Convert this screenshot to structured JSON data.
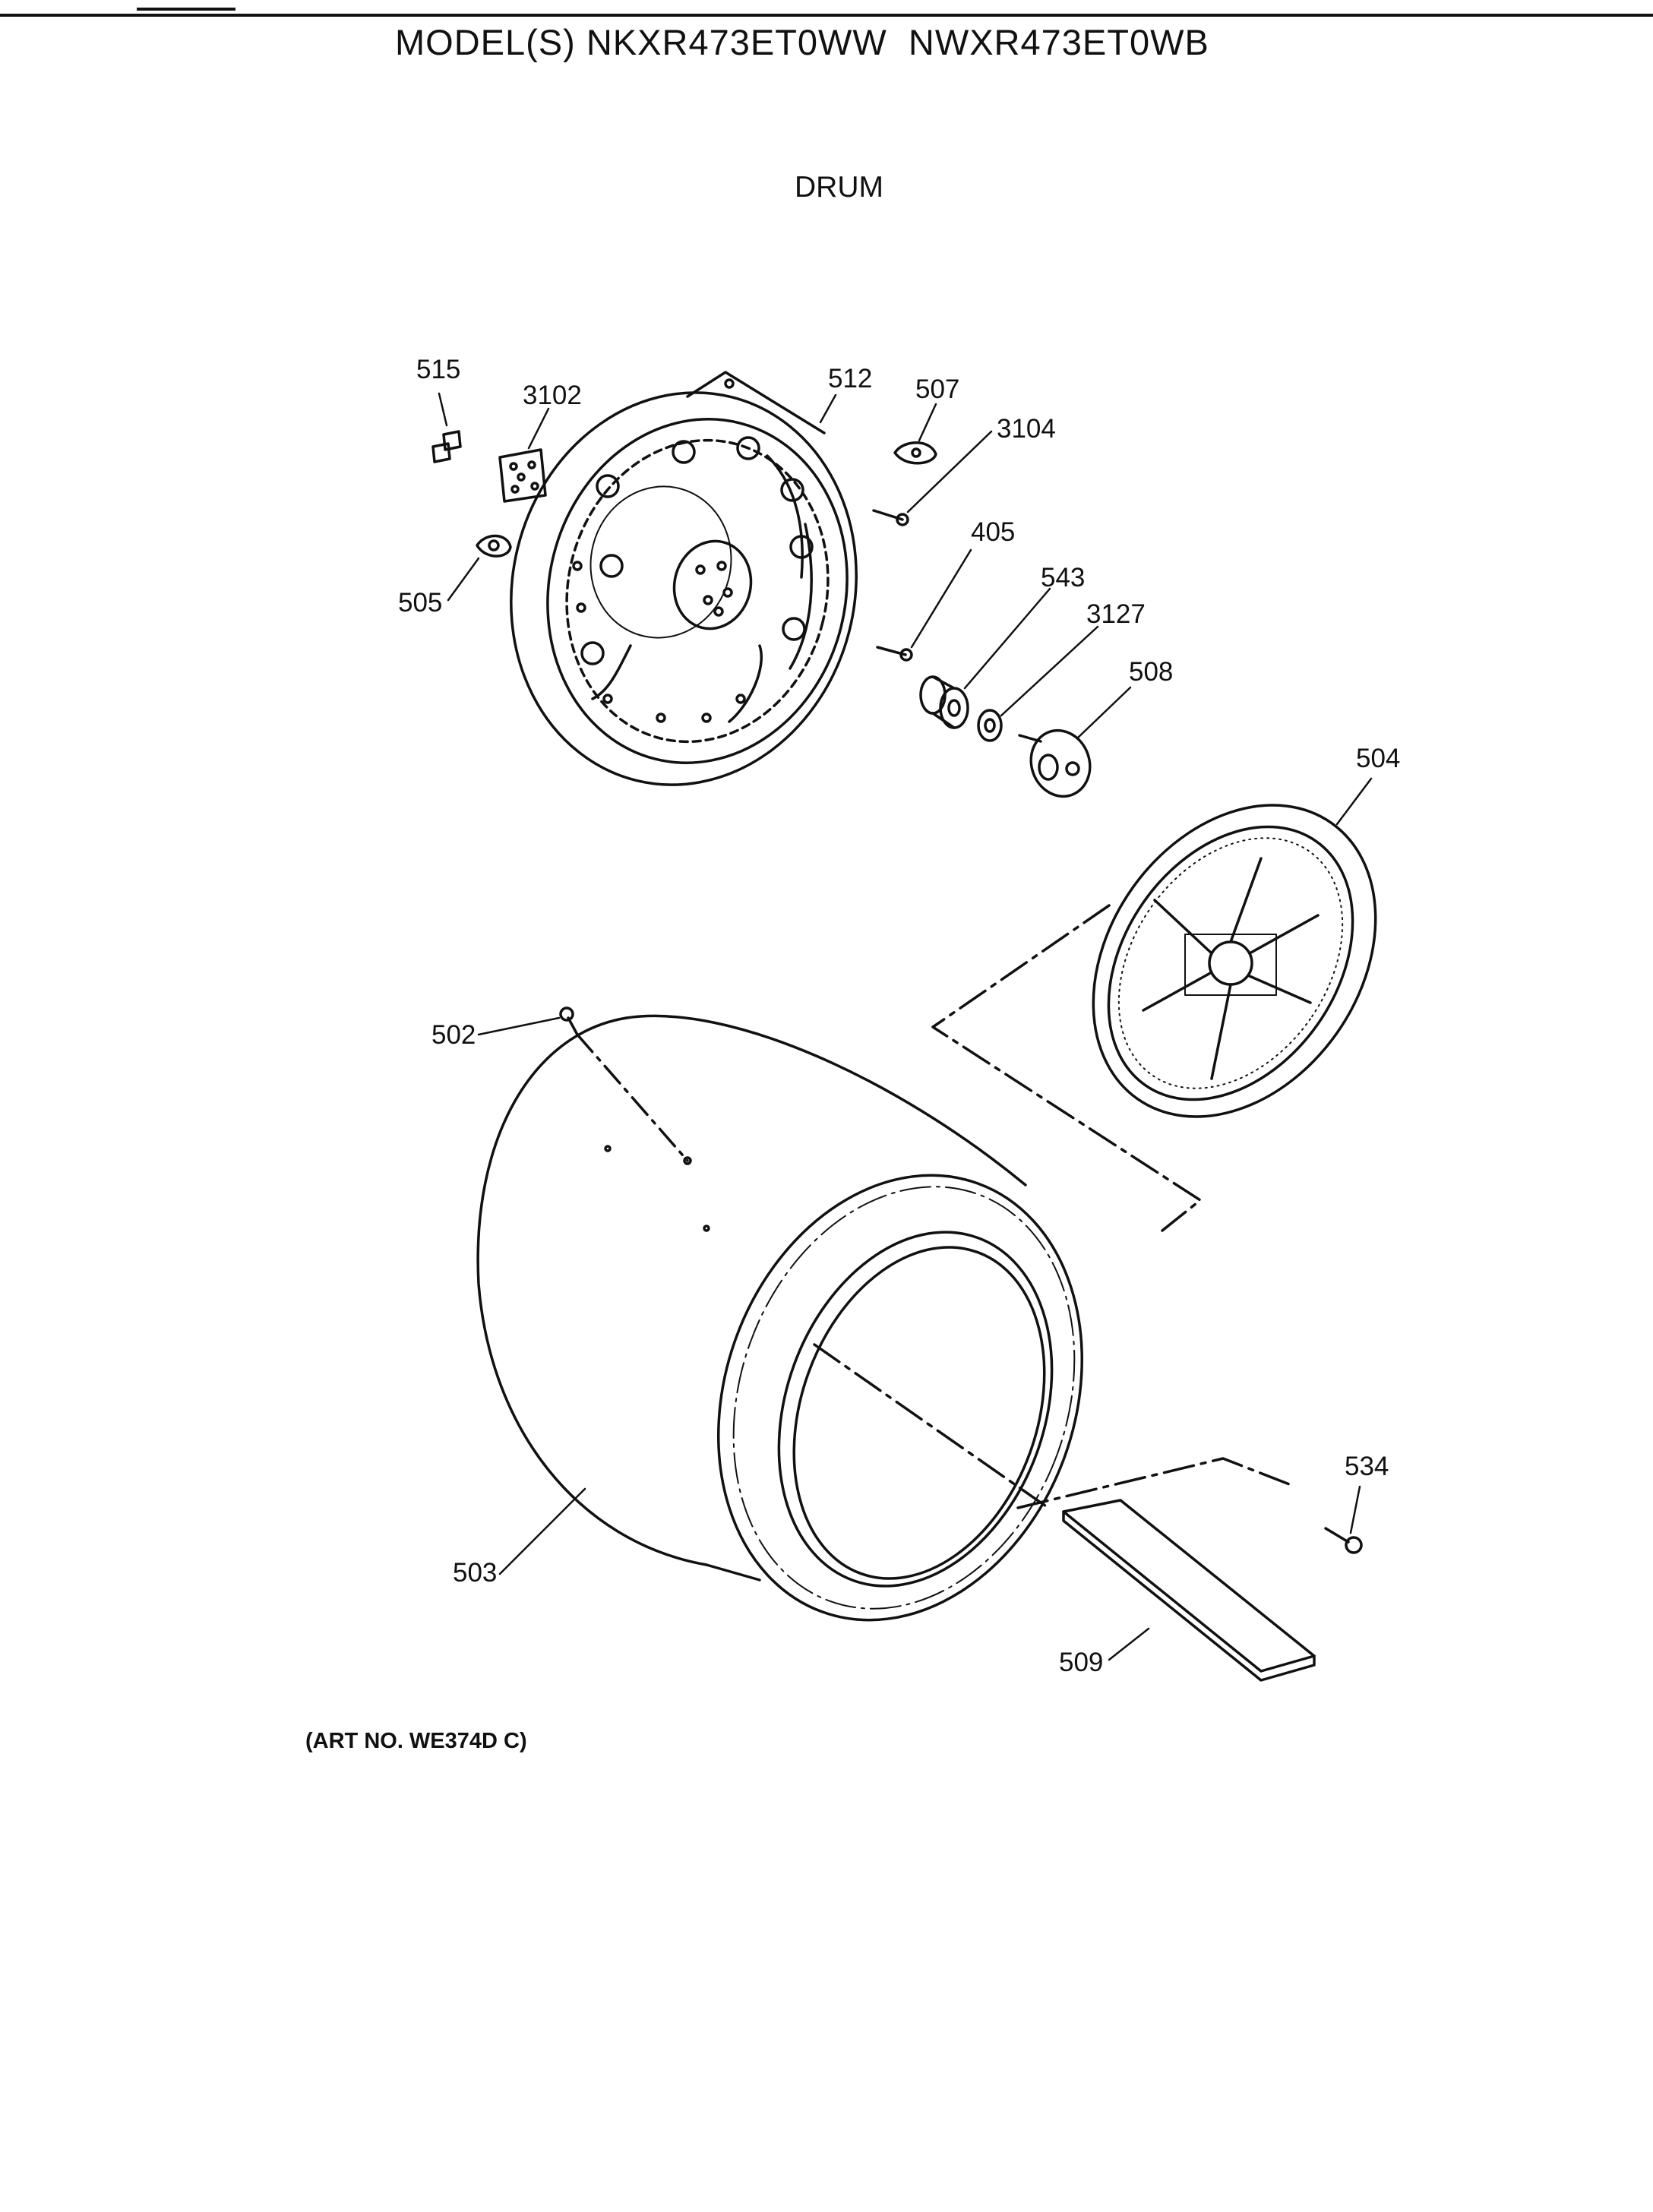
{
  "header": {
    "models_label": "MODEL(S)",
    "models": [
      "NKXR473ET0WW",
      "NWXR473ET0WB"
    ]
  },
  "section_title": "DRUM",
  "art_number": "(ART NO. WE374D C)",
  "callouts": [
    "515",
    "3102",
    "512",
    "507",
    "3104",
    "505",
    "405",
    "543",
    "3127",
    "508",
    "504",
    "502",
    "503",
    "534",
    "509"
  ]
}
